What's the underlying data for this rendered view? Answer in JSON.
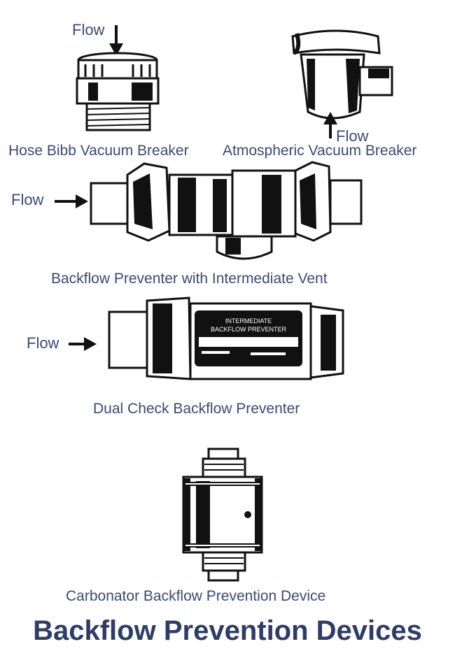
{
  "flow_label": "Flow",
  "devices": [
    {
      "label": "Hose Bibb Vacuum Breaker",
      "icon": "hose-bibb-vacuum-breaker-icon"
    },
    {
      "label": "Atmospheric Vacuum Breaker",
      "icon": "atmospheric-vacuum-breaker-icon"
    },
    {
      "label": "Backflow  Preventer with Intermediate Vent",
      "icon": "backflow-preventer-intermediate-vent-icon"
    },
    {
      "label": "Dual Check Backflow Preventer",
      "icon": "dual-check-backflow-preventer-icon"
    },
    {
      "label": "Carbonator Backflow Prevention Device",
      "icon": "carbonator-backflow-prevention-device-icon"
    }
  ],
  "nameplate_text": [
    "INTERMEDIATE",
    "BACKFLOW PREVENTER"
  ],
  "title": "Backflow Prevention Devices",
  "colors": {
    "label": "#3a4a74",
    "title": "#2e3d66",
    "ink": "#111111"
  }
}
